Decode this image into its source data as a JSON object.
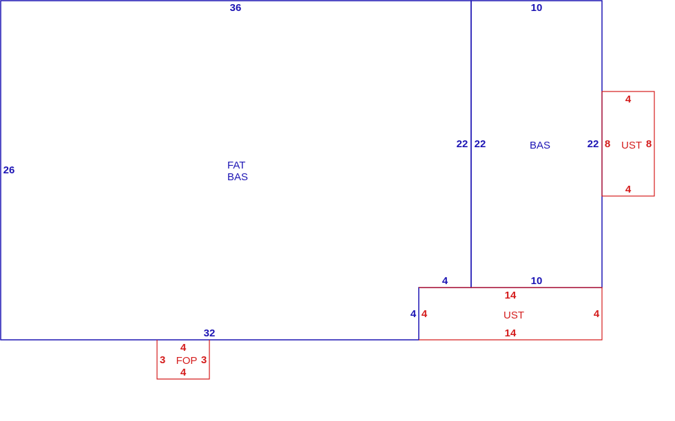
{
  "colors": {
    "main_structure": "#1c14b4",
    "unfinished_structure": "#d41c1c",
    "background": "#ffffff"
  },
  "areas": {
    "fat_bas": {
      "line1": "FAT",
      "line2": "BAS",
      "top": "36",
      "left": "26",
      "right": "22",
      "bottom": "32",
      "notch_top": "4",
      "notch_side": "4"
    },
    "bas": {
      "label": "BAS",
      "top": "10",
      "left": "22",
      "right": "22",
      "bottom": "10"
    },
    "ust_right": {
      "label": "UST",
      "top": "4",
      "left": "8",
      "right": "8",
      "bottom": "4"
    },
    "ust_bottom": {
      "label": "UST",
      "top": "14",
      "left": "4",
      "right": "4",
      "bottom": "14"
    },
    "fop": {
      "label": "FOP",
      "top": "4",
      "left": "3",
      "right": "3",
      "bottom": "4"
    }
  }
}
